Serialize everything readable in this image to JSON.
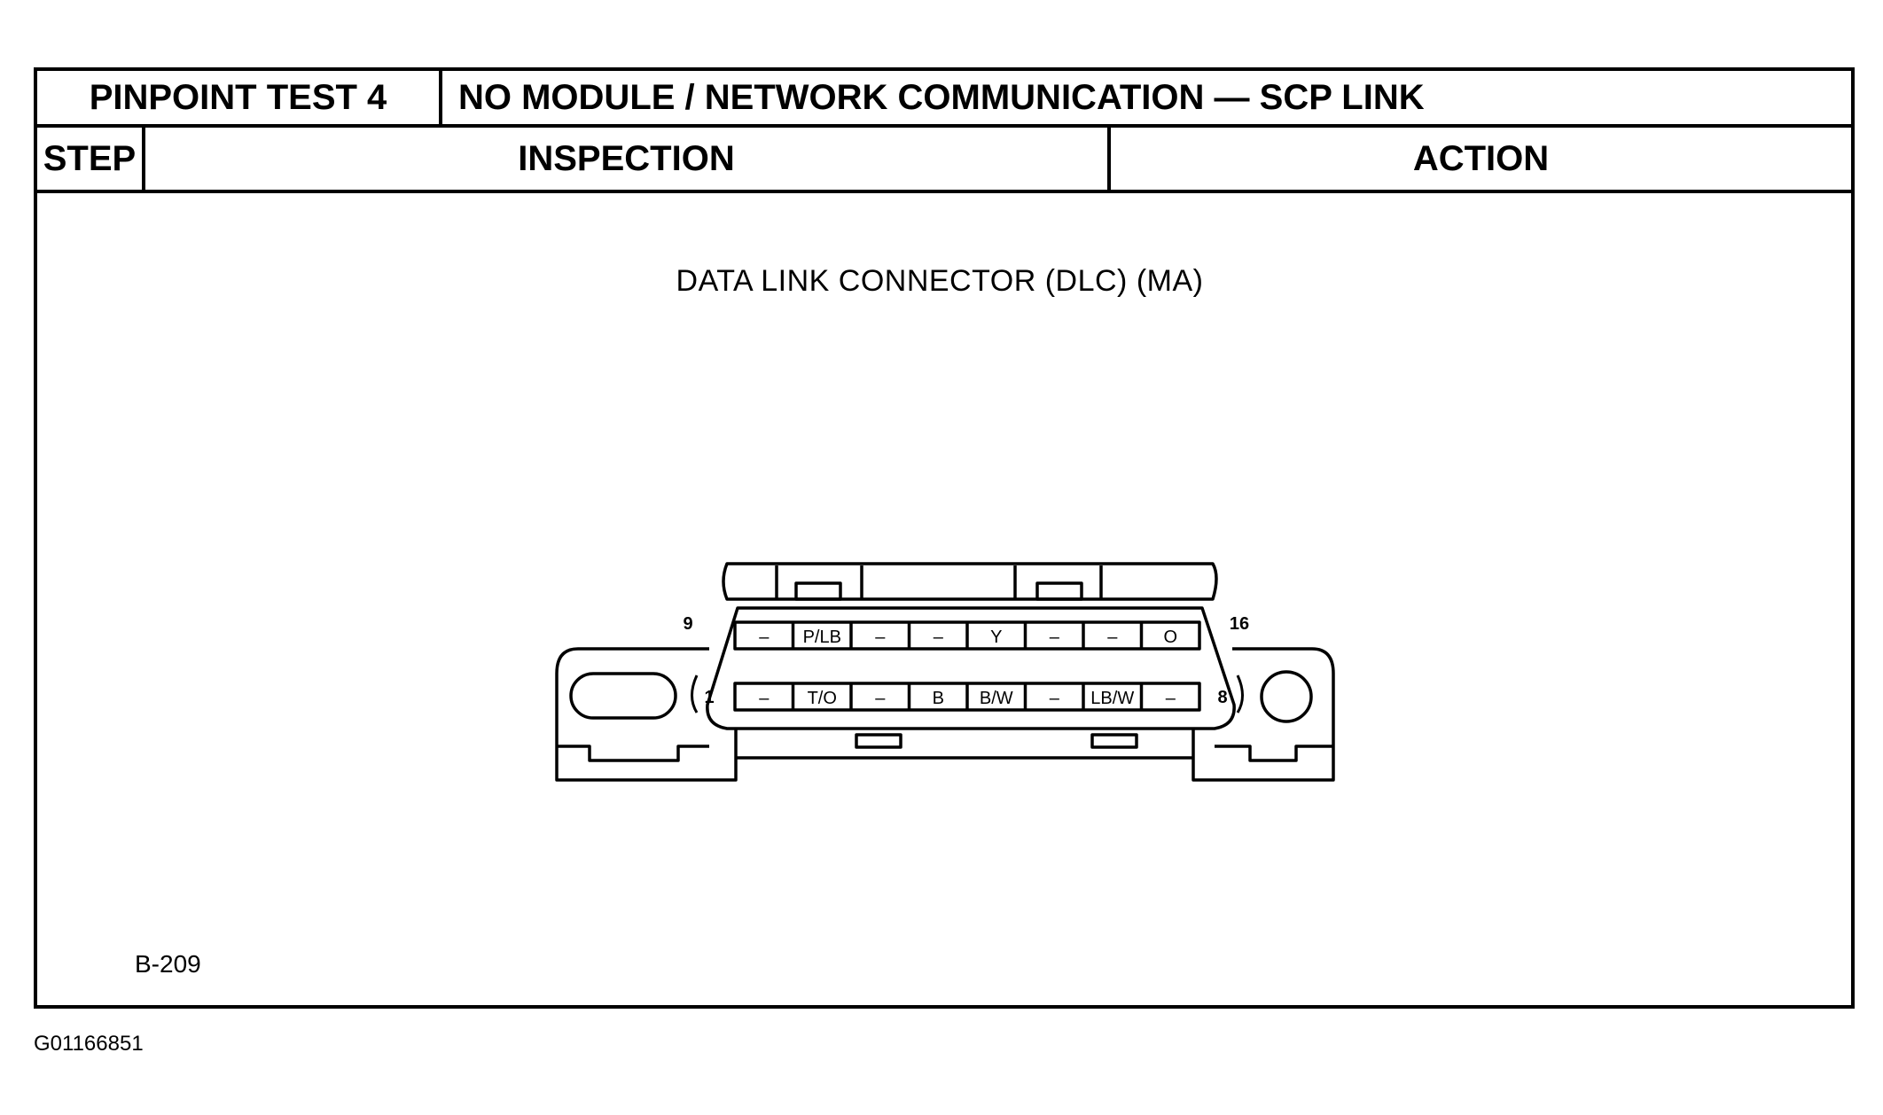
{
  "header": {
    "test_label": "PINPOINT TEST 4",
    "title": "NO MODULE / NETWORK COMMUNICATION — SCP LINK",
    "columns": {
      "step": "STEP",
      "inspection": "INSPECTION",
      "action": "ACTION"
    }
  },
  "diagram": {
    "caption": "DATA LINK CONNECTOR (DLC) (MA)",
    "pin_number_labels": {
      "top_left": "9",
      "top_right": "16",
      "bottom_left": "1",
      "bottom_right": "8"
    },
    "top_row_pins": [
      "–",
      "P/LB",
      "–",
      "–",
      "Y",
      "–",
      "–",
      "O"
    ],
    "bottom_row_pins": [
      "–",
      "T/O",
      "–",
      "B",
      "B/W",
      "–",
      "LB/W",
      "–"
    ],
    "reference_code": "B-209"
  },
  "footer": {
    "image_id": "G01166851"
  }
}
